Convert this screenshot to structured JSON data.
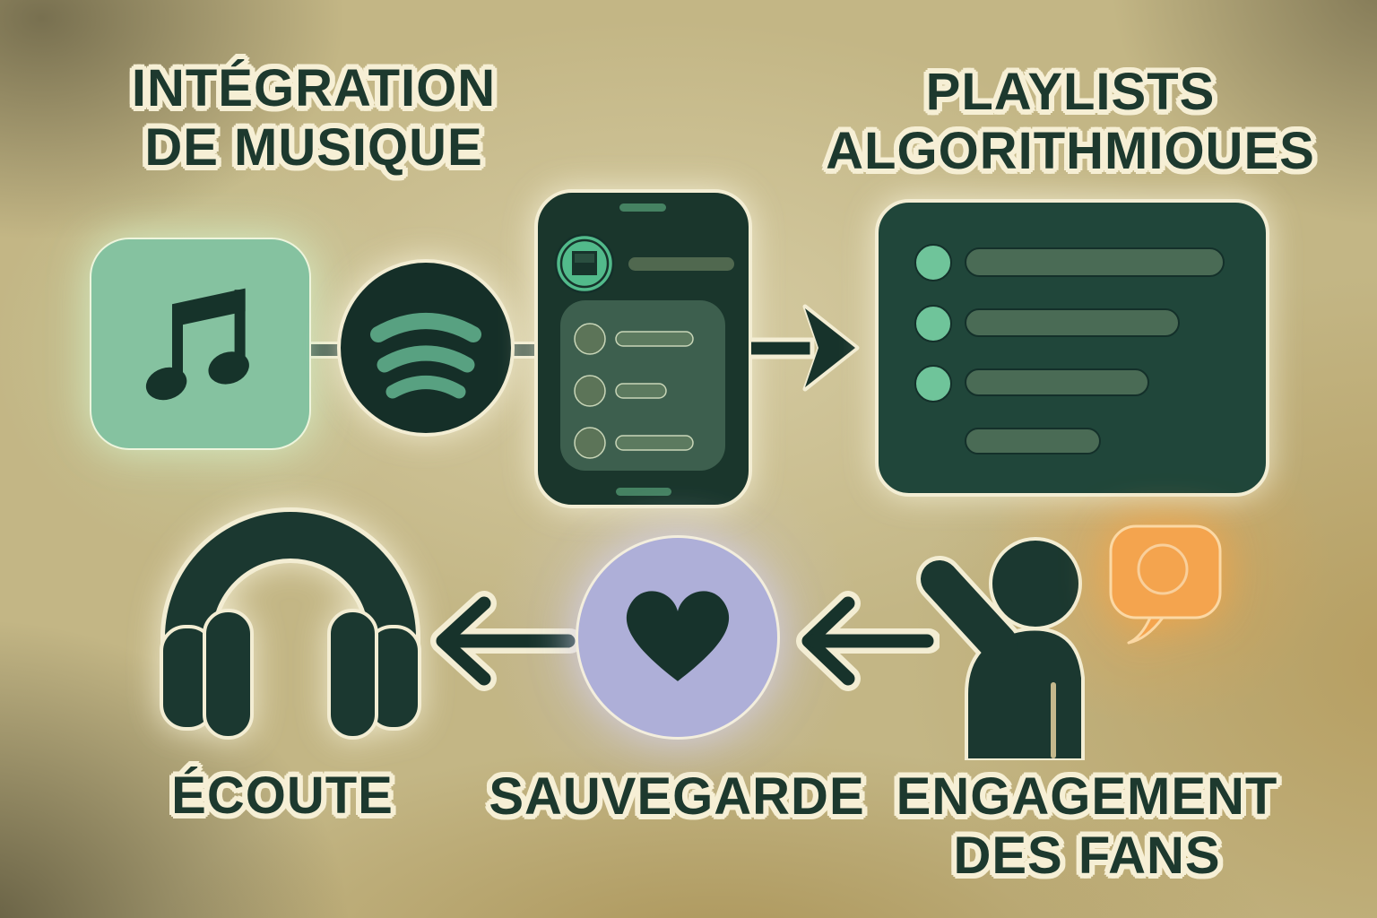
{
  "diagram": {
    "type": "flow-infographic",
    "topic": "Spotify music workflow (French labels)",
    "titles": {
      "music_integration": {
        "line1": "INTÉGRATION",
        "line2": "DE MUSIQUE"
      },
      "algorithmic_playlists": {
        "line1": "PLAYLISTS",
        "line2": "ALGORITHMIOUES"
      },
      "listening": {
        "line1": "ÉCOUTE"
      },
      "saving": {
        "line1": "SAUVEGARDE"
      },
      "fan_engagement": {
        "line1": "ENGAGEMENT",
        "line2": "DES FANS"
      }
    },
    "flow": [
      "music-note-app -> spotify-logo -> phone-playlist -> algorithmic-playlist-panel",
      "fan-person -> heart-save -> headphones-listening"
    ],
    "icons": {
      "music_note": "music-note-app-icon",
      "spotify": "spotify-logo-icon",
      "phone": "phone-playlist-icon",
      "arrow_right": "arrow-right-icon",
      "playlist_panel": "playlist-panel-icon",
      "headphones": "headphones-icon",
      "arrow_left_1": "arrow-left-icon",
      "heart": "heart-save-icon",
      "arrow_left_2": "arrow-left-icon",
      "person": "fan-person-icon",
      "speech_bubble": "speech-bubble-icon"
    },
    "colors": {
      "background_tan": "#c3b685",
      "dark_green": "#17332b",
      "text_green": "#1d392e",
      "cream_outline": "#f6efd5",
      "light_green_square": "#85c2a0",
      "spotify_arc_green": "#58a181",
      "bright_green_accent": "#52ba8b",
      "panel_green": "#20463a",
      "pill_green": "#4a6b55",
      "lavender_circle": "#aeafd8",
      "orange_bubble": "#f4a44e"
    }
  }
}
